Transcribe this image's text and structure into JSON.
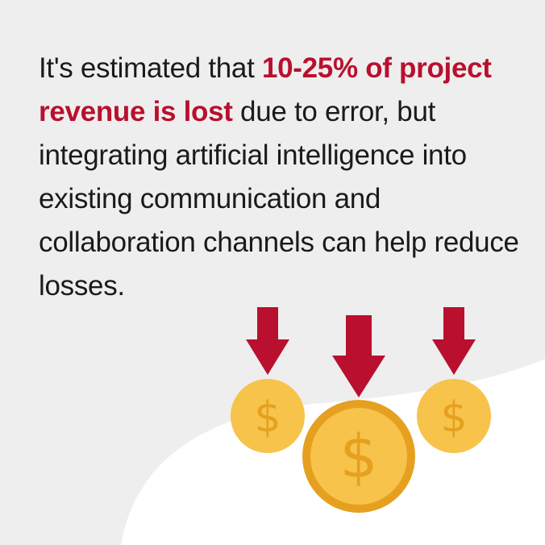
{
  "message": {
    "intro": "It's estimated that ",
    "highlight": "10-25% of project revenue is lost",
    "rest": " due to error, but integrating artificial intelligence into existing communication and collaboration channels can help reduce losses."
  },
  "colors": {
    "background": "#efeeee",
    "wave": "#ffffff",
    "text": "#1a1a1a",
    "accent": "#b8102e",
    "coin_fill": "#f7c34a",
    "coin_ring": "#e6a01f",
    "dollar": "#e6a01f"
  },
  "coins": [
    {
      "label": "$",
      "icon": "dollar-coin-icon"
    },
    {
      "label": "$",
      "icon": "dollar-coin-icon"
    },
    {
      "label": "$",
      "icon": "dollar-coin-icon"
    }
  ],
  "arrows": [
    {
      "icon": "down-arrow-icon"
    },
    {
      "icon": "down-arrow-icon"
    },
    {
      "icon": "down-arrow-icon"
    }
  ]
}
